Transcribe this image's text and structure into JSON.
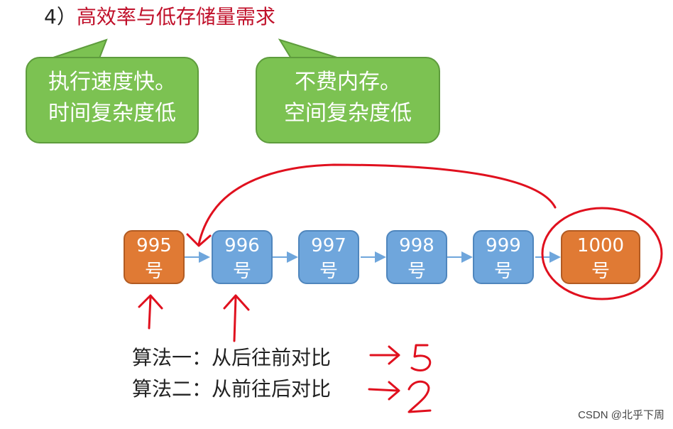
{
  "title": {
    "prefix": "4）",
    "highlight": "高效率与低存储量需求"
  },
  "callouts": [
    {
      "line1": "执行速度快。",
      "line2": "时间复杂度低"
    },
    {
      "line1": "不费内存。",
      "line2": "空间复杂度低"
    }
  ],
  "nodes": [
    {
      "number": "995",
      "unit": "号",
      "color": "#e07a34"
    },
    {
      "number": "996",
      "unit": "号",
      "color": "#6fa6dc"
    },
    {
      "number": "997",
      "unit": "号",
      "color": "#6fa6dc"
    },
    {
      "number": "998",
      "unit": "号",
      "color": "#6fa6dc"
    },
    {
      "number": "999",
      "unit": "号",
      "color": "#6fa6dc"
    },
    {
      "number": "1000",
      "unit": "号",
      "color": "#e07a34"
    }
  ],
  "algorithms": [
    {
      "text": "算法一：从后往前对比",
      "result": "5"
    },
    {
      "text": "算法二：从前往后对比",
      "result": "2"
    }
  ],
  "watermark": "CSDN @北乎下周",
  "colors": {
    "annotation_red": "#e0101e",
    "callout_green": "#7cc252",
    "arrow_blue": "#6fa6dc"
  }
}
